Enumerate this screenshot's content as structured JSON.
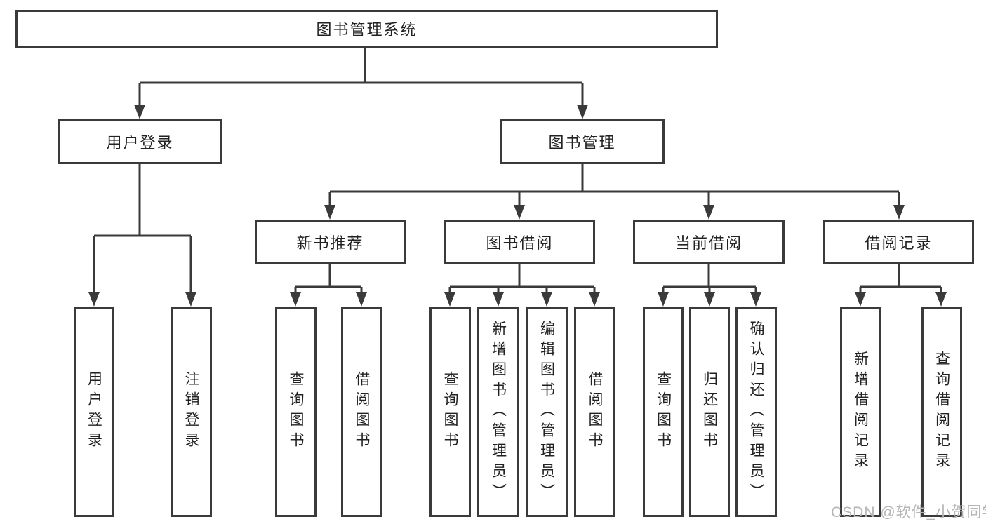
{
  "nodes": {
    "root": "图书管理系统",
    "user_login": "用户登录",
    "book_management": "图书管理",
    "new_book_recommend": "新书推荐",
    "book_borrow": "图书借阅",
    "current_borrow": "当前借阅",
    "borrow_records": "借阅记录",
    "leaf_login": "用户登录",
    "leaf_logout": "注销登录",
    "rec_query_books": "查询图书",
    "rec_borrow_books": "借阅图书",
    "bb_query_books": "查询图书",
    "bb_add_books": "新增图书（管理员）",
    "bb_edit_books": "编辑图书（管理员）",
    "bb_borrow_books": "借阅图书",
    "cb_query_books": "查询图书",
    "cb_return_books": "归还图书",
    "cb_confirm_return": "确认归还（管理员）",
    "br_add_record": "新增借阅记录",
    "br_query_record": "查询借阅记录"
  },
  "watermark": "CSDN @软件_小贺同学",
  "colors": {
    "line": "#3a3a3a",
    "text": "#222222",
    "watermark": "#b5b5b5",
    "background": "#ffffff"
  }
}
